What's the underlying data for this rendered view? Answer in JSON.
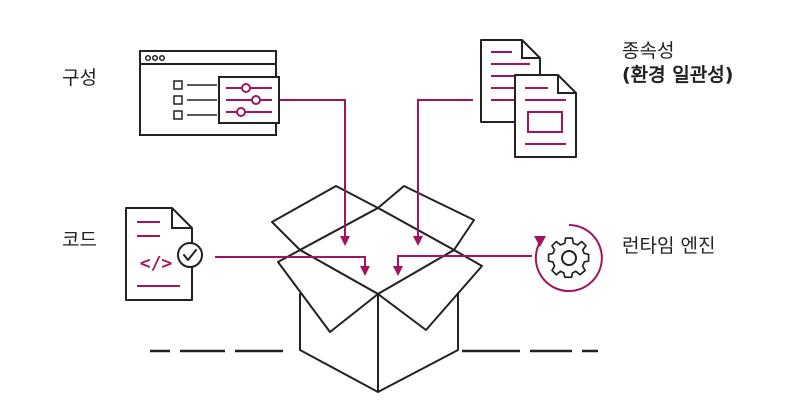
{
  "labels": {
    "configuration": "구성",
    "dependencies": "종속성",
    "dependencies_sub": "(환경 일관성)",
    "code": "코드",
    "runtime_engine": "런타임 엔진"
  },
  "code_icon_text": "</>",
  "colors": {
    "accent": "#a3145e",
    "outline": "#222222",
    "background": "#ffffff"
  },
  "icons": [
    "configuration-window-icon",
    "dependency-documents-icon",
    "code-document-icon",
    "runtime-gear-icon",
    "open-box-icon"
  ]
}
